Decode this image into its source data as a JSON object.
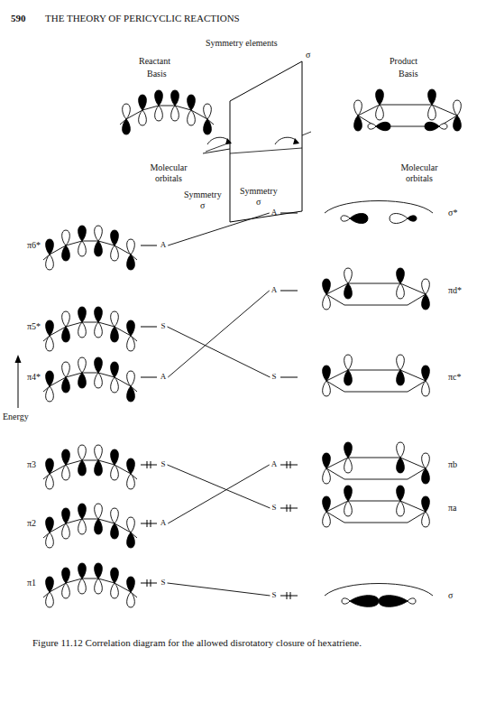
{
  "diagram": {
    "caption": "Figure 11.12 Correlation diagram for the allowed disrotatory closure of hexatriene.",
    "nodes": [
      {
        "text": [
          "A"
        ]
      },
      {
        "text": [
          "S"
        ]
      },
      {
        "text": [
          "A"
        ]
      },
      {
        "text": [
          "S"
        ]
      },
      {
        "text": [
          "A"
        ]
      },
      {
        "text": [
          "S"
        ]
      },
      {
        "text": [
          "A"
        ]
      },
      {
        "text": [
          "A"
        ]
      },
      {
        "text": [
          "S"
        ]
      },
      {
        "text": [
          "A"
        ]
      },
      {
        "text": [
          "S"
        ]
      },
      {
        "text": [
          "S"
        ]
      }
    ],
    "edges": [
      {
        "from": 0,
        "to": 6,
        "arrow": "none"
      },
      {
        "from": 1,
        "to": 8,
        "arrow": "none"
      },
      {
        "from": 2,
        "to": 7,
        "arrow": "none"
      },
      {
        "from": 3,
        "to": 10,
        "arrow": "none"
      },
      {
        "from": 4,
        "to": 9,
        "arrow": "none"
      },
      {
        "from": 5,
        "to": 11,
        "arrow": "none"
      }
    ],
    "labels": [
      "590",
      "THE THEORY OF PERICYCLIC REACTIONS",
      "Symmetry elements",
      "σ",
      "Reactant",
      "Basis",
      "Product",
      "Basis",
      "Molecular orbitals",
      "Symmetry",
      "σ",
      "Symmetry",
      "σ",
      "Molecular orbitals",
      "π6*",
      "π5*",
      "π4*",
      "π3",
      "π2",
      "π1",
      "σ*",
      "πd*",
      "πc*",
      "πb",
      "πa",
      "σ",
      "Energy"
    ]
  }
}
